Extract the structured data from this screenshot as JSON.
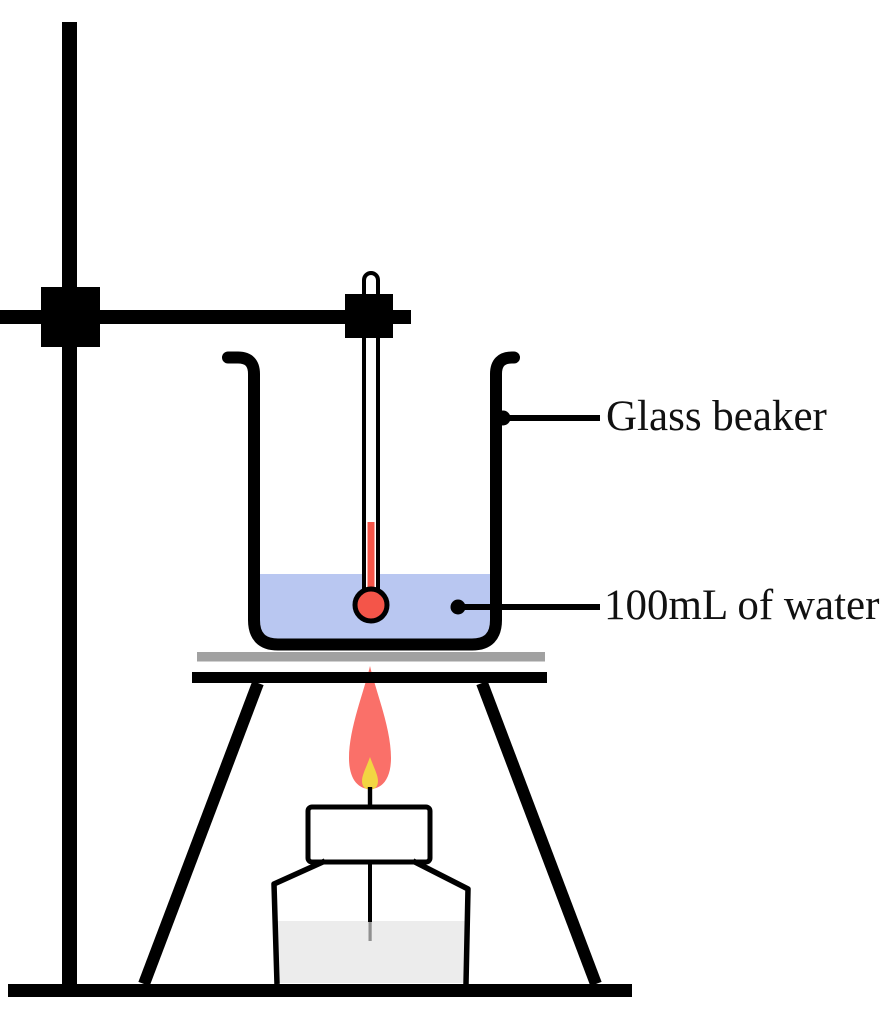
{
  "figure": {
    "kind": "science-apparatus-diagram",
    "labels": {
      "glass_beaker": "Glass beaker",
      "water_volume": "100mL of water"
    },
    "colors": {
      "background": "#ffffff",
      "outline": "#000000",
      "water_blue": "#b9c7f1",
      "thermometer_red": "#f45549",
      "flame_outer": "#fa7069",
      "flame_inner": "#f2d542",
      "gauze_gray": "#a1a1a1",
      "burner_liquid_gray": "#ececec",
      "wick_submerged_gray": "#909090"
    }
  }
}
